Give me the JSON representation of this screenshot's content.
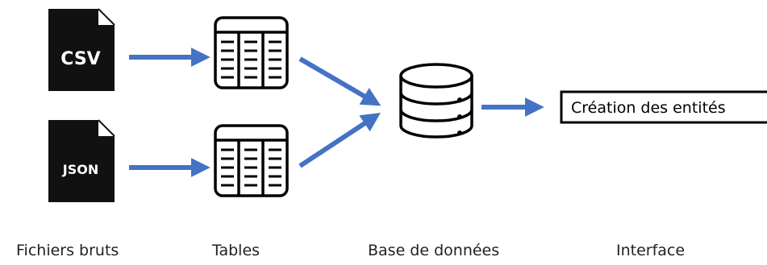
{
  "nodes": {
    "csv_file": {
      "label": "CSV"
    },
    "json_file": {
      "label": "JSON"
    },
    "table_top": {},
    "table_bottom": {},
    "database": {},
    "interface_box": {
      "label": "Création des entités"
    }
  },
  "captions": {
    "raw_files": "Fichiers bruts",
    "tables": "Tables",
    "database": "Base de données",
    "interface": "Interface"
  },
  "colors": {
    "arrow": "#4472C4",
    "file_fill": "#111111",
    "stroke": "#000000"
  }
}
